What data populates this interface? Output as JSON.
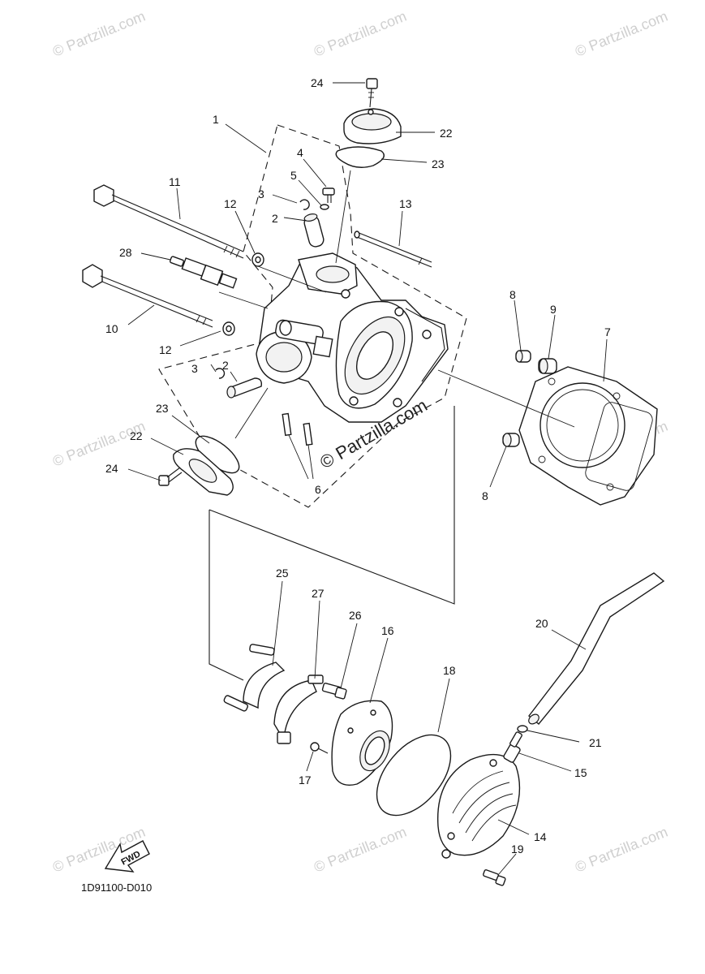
{
  "watermark": {
    "text": "© Partzilla.com",
    "center_text": "© Partzilla.com"
  },
  "diagram_code": "1D91100-D010",
  "fwd_label": "FWD",
  "callouts": {
    "c1": "1",
    "c2a": "2",
    "c2b": "2",
    "c3a": "3",
    "c3b": "3",
    "c4": "4",
    "c5": "5",
    "c6": "6",
    "c7": "7",
    "c8a": "8",
    "c8b": "8",
    "c9": "9",
    "c10": "10",
    "c11": "11",
    "c12a": "12",
    "c12b": "12",
    "c13": "13",
    "c14": "14",
    "c15": "15",
    "c16": "16",
    "c17": "17",
    "c18": "18",
    "c19": "19",
    "c20": "20",
    "c21": "21",
    "c22a": "22",
    "c22b": "22",
    "c23a": "23",
    "c23b": "23",
    "c24a": "24",
    "c24b": "24",
    "c25": "25",
    "c26": "26",
    "c27": "27",
    "c28": "28"
  }
}
